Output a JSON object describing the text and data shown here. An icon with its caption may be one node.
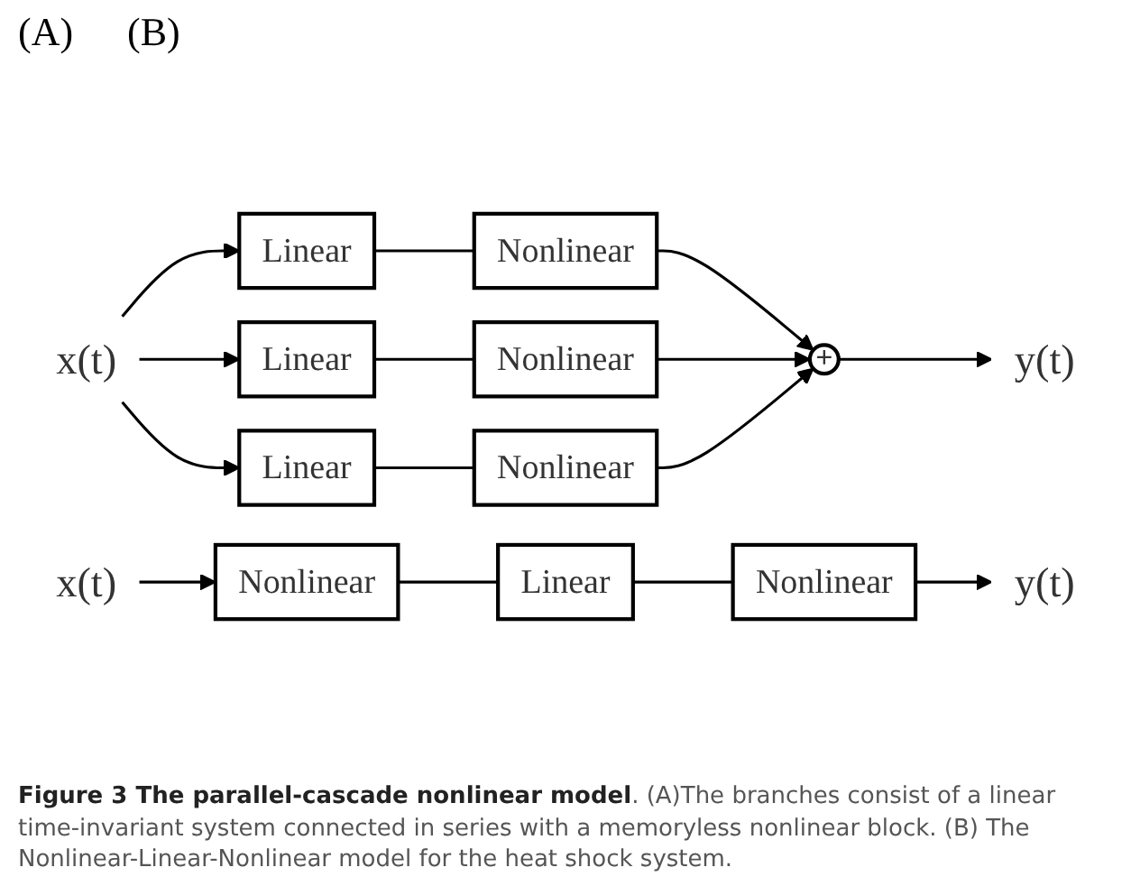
{
  "diagram": {
    "caption": "**Figure 3 The parallel-cascade nonlinear model**. (A)The branches consist of a linear time-invariant system connected in series with a memoryless nonlinear block. (B) The Nonlinear-Linear-Nonlinear model for the heat shock system.",
    "nodes": [
      {
        "text": [
          "x(t)"
        ]
      },
      {
        "text": [
          "Linear"
        ]
      },
      {
        "text": [
          "Nonlinear"
        ]
      },
      {
        "text": [
          "Linear"
        ]
      },
      {
        "text": [
          "Nonlinear"
        ]
      },
      {
        "text": [
          "Linear"
        ]
      },
      {
        "text": [
          "Nonlinear"
        ]
      },
      {
        "text": [
          "+"
        ]
      },
      {
        "text": [
          "y(t)"
        ]
      },
      {
        "text": [
          "x(t)"
        ]
      },
      {
        "text": [
          "Nonlinear"
        ]
      },
      {
        "text": [
          "Linear"
        ]
      },
      {
        "text": [
          "Nonlinear"
        ]
      },
      {
        "text": [
          "y(t)"
        ]
      }
    ],
    "edges": [
      {
        "from": 0,
        "to": 1,
        "arrow": "to"
      },
      {
        "from": 0,
        "to": 3,
        "arrow": "to"
      },
      {
        "from": 0,
        "to": 5,
        "arrow": "to"
      },
      {
        "from": 1,
        "to": 2,
        "arrow": "none"
      },
      {
        "from": 3,
        "to": 4,
        "arrow": "none"
      },
      {
        "from": 5,
        "to": 6,
        "arrow": "none"
      },
      {
        "from": 2,
        "to": 7,
        "arrow": "to"
      },
      {
        "from": 4,
        "to": 7,
        "arrow": "to"
      },
      {
        "from": 6,
        "to": 7,
        "arrow": "to"
      },
      {
        "from": 7,
        "to": 8,
        "arrow": "to"
      },
      {
        "from": 9,
        "to": 10,
        "arrow": "to"
      },
      {
        "from": 10,
        "to": 11,
        "arrow": "none"
      },
      {
        "from": 11,
        "to": 12,
        "arrow": "none"
      },
      {
        "from": 12,
        "to": 13,
        "arrow": "to"
      }
    ],
    "labels": [
      "(A)",
      "(B)"
    ]
  }
}
